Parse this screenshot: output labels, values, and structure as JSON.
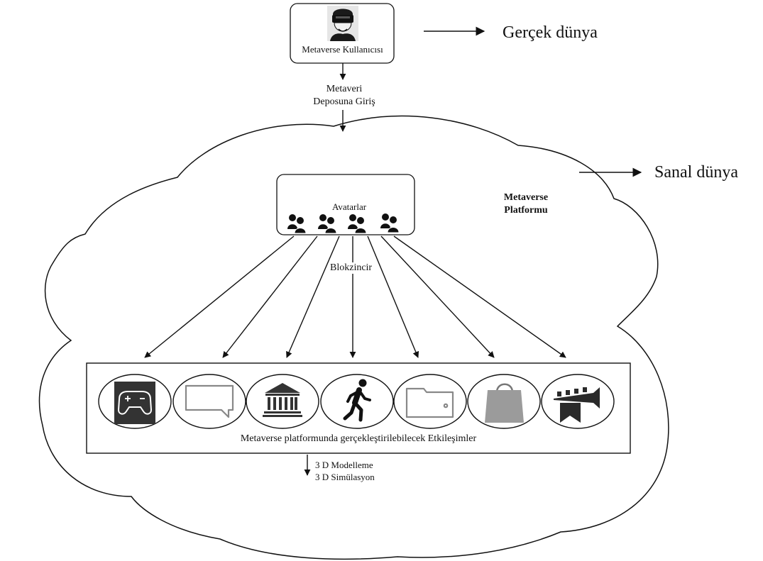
{
  "user": {
    "caption": "Metaverse Kullanıcısı",
    "icon": "vr-headset-user-icon"
  },
  "worlds": {
    "real": "Gerçek dünya",
    "virtual": "Sanal dünya"
  },
  "repository_entry": {
    "line1": "Metaveri",
    "line2": "Deposuna  Giriş"
  },
  "avatars": {
    "label": "Avatarlar",
    "icon": "avatar-group-icon"
  },
  "platform": {
    "line1": "Metaverse",
    "line2": "Platformu"
  },
  "blockchain_label": "Blokzincir",
  "interactions": {
    "caption": "Metaverse platformunda gerçekleştirilebilecek Etkileşimler",
    "items": [
      {
        "icon": "gamepad-icon"
      },
      {
        "icon": "chat-bubble-icon"
      },
      {
        "icon": "bank-icon"
      },
      {
        "icon": "walking-person-icon"
      },
      {
        "icon": "wallet-icon"
      },
      {
        "icon": "shopping-bag-icon"
      },
      {
        "icon": "token-ribbon-icon"
      }
    ]
  },
  "modeling": {
    "line1": "3 D Modelleme",
    "line2": "3 D Simülasyon"
  },
  "colors": {
    "stroke": "#111111",
    "gamepad_bg": "#333333",
    "bag_fill": "#9b9b9b",
    "token_fill": "#2a2a2a"
  }
}
